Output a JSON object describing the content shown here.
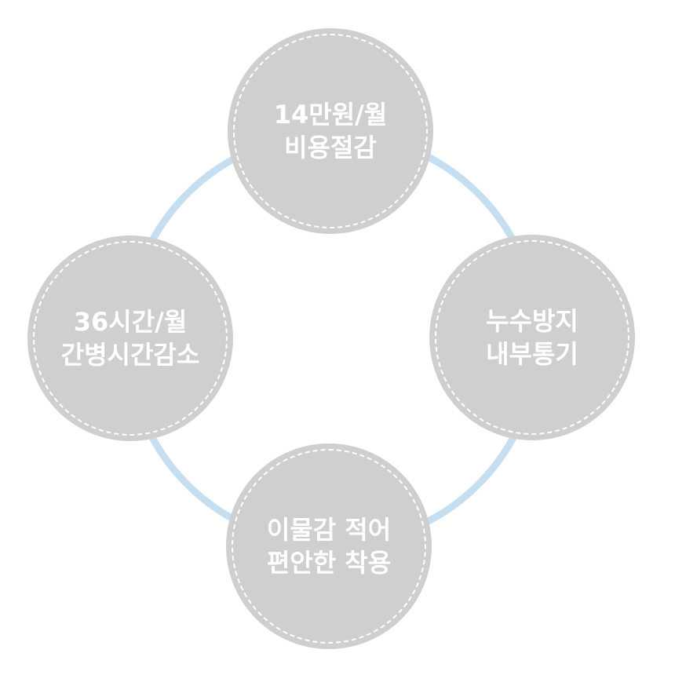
{
  "colors": {
    "ring": "#c5dff0",
    "circle_fill": "#cfcfcf",
    "dash": "#ffffff",
    "text": "#ffffff"
  },
  "nodes": {
    "top": {
      "line1": "14만원/월",
      "line2": "비용절감"
    },
    "right": {
      "line1": "누수방지",
      "line2": "내부통기"
    },
    "bottom": {
      "line1": "이물감 적어",
      "line2": "편안한 착용"
    },
    "left": {
      "line1": "36시간/월",
      "line2": "간병시간감소"
    }
  }
}
